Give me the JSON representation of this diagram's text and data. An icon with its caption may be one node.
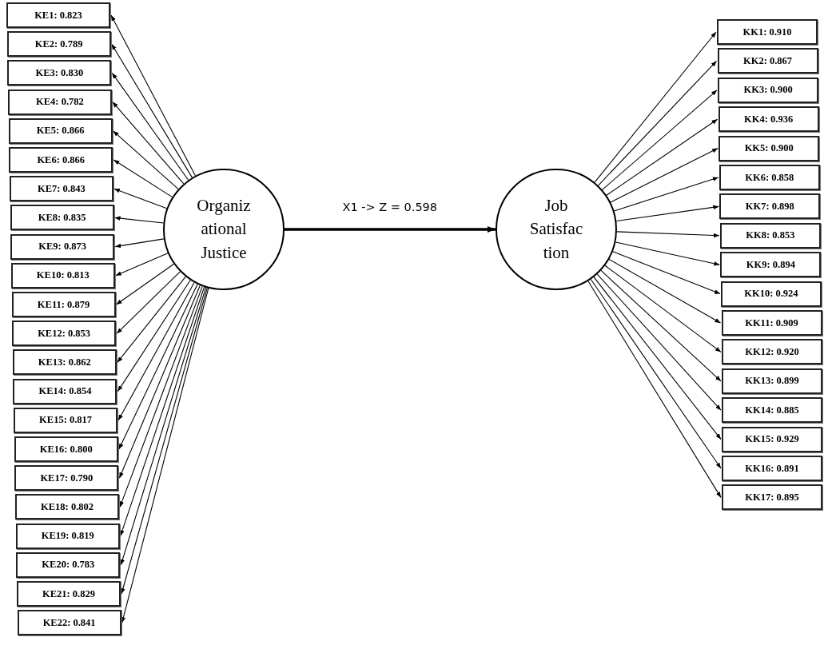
{
  "diagram": {
    "nodes": [
      {
        "text": [
          "Organiz ational Justice"
        ]
      },
      {
        "text": [
          "Job Satisfac tion"
        ]
      },
      {
        "text": [
          "KE1: 0.823"
        ]
      },
      {
        "text": [
          "KE2: 0.789"
        ]
      },
      {
        "text": [
          "KE3: 0.830"
        ]
      },
      {
        "text": [
          "KE4: 0.782"
        ]
      },
      {
        "text": [
          "KE5: 0.866"
        ]
      },
      {
        "text": [
          "KE6: 0.866"
        ]
      },
      {
        "text": [
          "KE7: 0.843"
        ]
      },
      {
        "text": [
          "KE8: 0.835"
        ]
      },
      {
        "text": [
          "KE9: 0.873"
        ]
      },
      {
        "text": [
          "KE10: 0.813"
        ]
      },
      {
        "text": [
          "KE11: 0.879"
        ]
      },
      {
        "text": [
          "KE12: 0.853"
        ]
      },
      {
        "text": [
          "KE13: 0.862"
        ]
      },
      {
        "text": [
          "KE14: 0.854"
        ]
      },
      {
        "text": [
          "KE15: 0.817"
        ]
      },
      {
        "text": [
          "KE16: 0.800"
        ]
      },
      {
        "text": [
          "KE17: 0.790"
        ]
      },
      {
        "text": [
          "KE18: 0.802"
        ]
      },
      {
        "text": [
          "KE19: 0.819"
        ]
      },
      {
        "text": [
          "KE20: 0.783"
        ]
      },
      {
        "text": [
          "KE21: 0.829"
        ]
      },
      {
        "text": [
          "KE22: 0.841"
        ]
      },
      {
        "text": [
          "KK1: 0.910"
        ]
      },
      {
        "text": [
          "KK2: 0.867"
        ]
      },
      {
        "text": [
          "KK3: 0.900"
        ]
      },
      {
        "text": [
          "KK4: 0.936"
        ]
      },
      {
        "text": [
          "KK5: 0.900"
        ]
      },
      {
        "text": [
          "KK6: 0.858"
        ]
      },
      {
        "text": [
          "KK7: 0.898"
        ]
      },
      {
        "text": [
          "KK8: 0.853"
        ]
      },
      {
        "text": [
          "KK9: 0.894"
        ]
      },
      {
        "text": [
          "KK10: 0.924"
        ]
      },
      {
        "text": [
          "KK11: 0.909"
        ]
      },
      {
        "text": [
          "KK12: 0.920"
        ]
      },
      {
        "text": [
          "KK13: 0.899"
        ]
      },
      {
        "text": [
          "KK14: 0.885"
        ]
      },
      {
        "text": [
          "KK15: 0.929"
        ]
      },
      {
        "text": [
          "KK16: 0.891"
        ]
      },
      {
        "text": [
          "KK17: 0.895"
        ]
      }
    ],
    "edges": [
      {
        "from": 0,
        "to": 1,
        "arrow": "to",
        "label": "X1 -> Z = 0.598",
        "style": "thick"
      },
      {
        "from": 0,
        "to": 2,
        "arrow": "to"
      },
      {
        "from": 0,
        "to": 3,
        "arrow": "to"
      },
      {
        "from": 0,
        "to": 4,
        "arrow": "to"
      },
      {
        "from": 0,
        "to": 5,
        "arrow": "to"
      },
      {
        "from": 0,
        "to": 6,
        "arrow": "to"
      },
      {
        "from": 0,
        "to": 7,
        "arrow": "to"
      },
      {
        "from": 0,
        "to": 8,
        "arrow": "to"
      },
      {
        "from": 0,
        "to": 9,
        "arrow": "to"
      },
      {
        "from": 0,
        "to": 10,
        "arrow": "to"
      },
      {
        "from": 0,
        "to": 11,
        "arrow": "to"
      },
      {
        "from": 0,
        "to": 12,
        "arrow": "to"
      },
      {
        "from": 0,
        "to": 13,
        "arrow": "to"
      },
      {
        "from": 0,
        "to": 14,
        "arrow": "to"
      },
      {
        "from": 0,
        "to": 15,
        "arrow": "to"
      },
      {
        "from": 0,
        "to": 16,
        "arrow": "to"
      },
      {
        "from": 0,
        "to": 17,
        "arrow": "to"
      },
      {
        "from": 0,
        "to": 18,
        "arrow": "to"
      },
      {
        "from": 0,
        "to": 19,
        "arrow": "to"
      },
      {
        "from": 0,
        "to": 20,
        "arrow": "to"
      },
      {
        "from": 0,
        "to": 21,
        "arrow": "to"
      },
      {
        "from": 0,
        "to": 22,
        "arrow": "to"
      },
      {
        "from": 0,
        "to": 23,
        "arrow": "to"
      },
      {
        "from": 1,
        "to": 24,
        "arrow": "to"
      },
      {
        "from": 1,
        "to": 25,
        "arrow": "to"
      },
      {
        "from": 1,
        "to": 26,
        "arrow": "to"
      },
      {
        "from": 1,
        "to": 27,
        "arrow": "to"
      },
      {
        "from": 1,
        "to": 28,
        "arrow": "to"
      },
      {
        "from": 1,
        "to": 29,
        "arrow": "to"
      },
      {
        "from": 1,
        "to": 30,
        "arrow": "to"
      },
      {
        "from": 1,
        "to": 31,
        "arrow": "to"
      },
      {
        "from": 1,
        "to": 32,
        "arrow": "to"
      },
      {
        "from": 1,
        "to": 33,
        "arrow": "to"
      },
      {
        "from": 1,
        "to": 34,
        "arrow": "to"
      },
      {
        "from": 1,
        "to": 35,
        "arrow": "to"
      },
      {
        "from": 1,
        "to": 36,
        "arrow": "to"
      },
      {
        "from": 1,
        "to": 37,
        "arrow": "to"
      },
      {
        "from": 1,
        "to": 38,
        "arrow": "to"
      },
      {
        "from": 1,
        "to": 39,
        "arrow": "to"
      },
      {
        "from": 1,
        "to": 40,
        "arrow": "to"
      }
    ]
  }
}
